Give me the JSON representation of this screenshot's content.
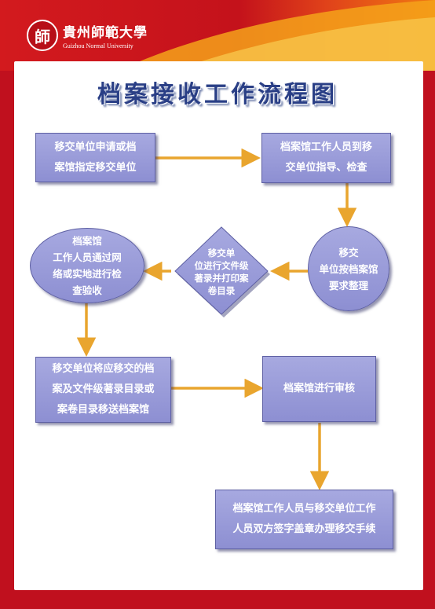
{
  "header": {
    "seal_char": "師",
    "university_cn": "貴州師範大學",
    "university_en": "Guizhou Normal University"
  },
  "title": "档案接收工作流程图",
  "nodes": {
    "n1": {
      "lines": [
        "移交单位申请或档",
        "案馆指定移交单位"
      ]
    },
    "n2": {
      "lines": [
        "档案馆工作人员到移",
        "交单位指导、检查"
      ]
    },
    "n3": {
      "lines": [
        "移交",
        "单位按档案馆",
        "要求整理"
      ]
    },
    "n4": {
      "lines": [
        "移交单",
        "位进行文件级",
        "著录并打印案",
        "卷目录"
      ]
    },
    "n5": {
      "lines": [
        "档案馆",
        "工作人员通过网",
        "络或实地进行检",
        "查验收"
      ]
    },
    "n6": {
      "lines": [
        "移交单位将应移交的档",
        "案及文件级著录目录或",
        "案卷目录移送档案馆"
      ]
    },
    "n7": {
      "lines": [
        "档案馆进行审核"
      ]
    },
    "n8": {
      "lines": [
        "档案馆工作人员与移交单位工作",
        "人员双方签字盖章办理移交手续"
      ]
    }
  },
  "colors": {
    "node_fill": "#9d9fdb",
    "node_border": "#5e60a3",
    "arrow": "#e9a52e",
    "title": "#2a3f86",
    "frame": "#c0101e"
  }
}
